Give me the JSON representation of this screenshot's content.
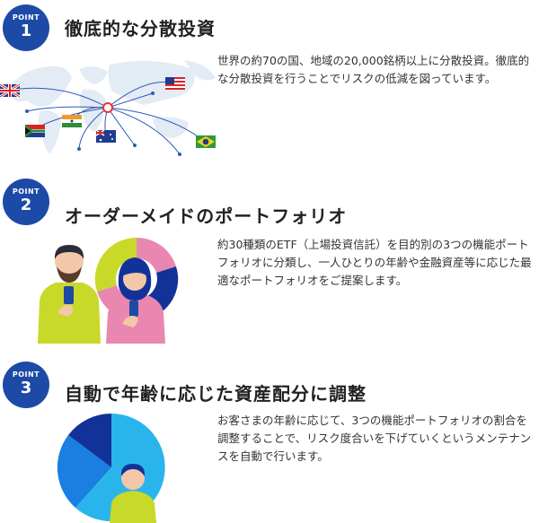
{
  "points": [
    {
      "badge_label": "POINT",
      "badge_num": "1",
      "title": "徹底的な分散投資",
      "desc": "世界の約70の国、地域の20,000銘柄以上に分散投資。徹底的な分散投資を行うことでリスクの低減を図っています。"
    },
    {
      "badge_label": "POINT",
      "badge_num": "2",
      "title": "オーダーメイドのポートフォリオ",
      "desc": "約30種類のETF（上場投資信託）を目的別の3つの機能ポートフォリオに分類し、一人ひとりの年齢や金融資産等に応じた最適なポートフォリオをご提案します。"
    },
    {
      "badge_label": "POINT",
      "badge_num": "3",
      "title": "自動で年齢に応じた資産配分に調整",
      "desc": "お客さまの年齢に応じて、3つの機能ポートフォリオの割合を調整することで、リスク度合いを下げていくというメンテナンスを自動で行います。"
    }
  ],
  "colors": {
    "badge": "#1d4aa6",
    "map": "#e3ebf4",
    "line": "#2a5bb8",
    "pink": "#e987b1",
    "lime": "#c8d92a",
    "navy": "#12329a",
    "sky": "#29b5ec"
  },
  "icons": [
    "world-map",
    "flag-uk",
    "flag-us",
    "flag-india",
    "flag-south-africa",
    "flag-australia",
    "flag-brazil",
    "flag-japan",
    "man-with-phone",
    "woman-with-phone",
    "donut-chart",
    "pie-chart",
    "person"
  ]
}
